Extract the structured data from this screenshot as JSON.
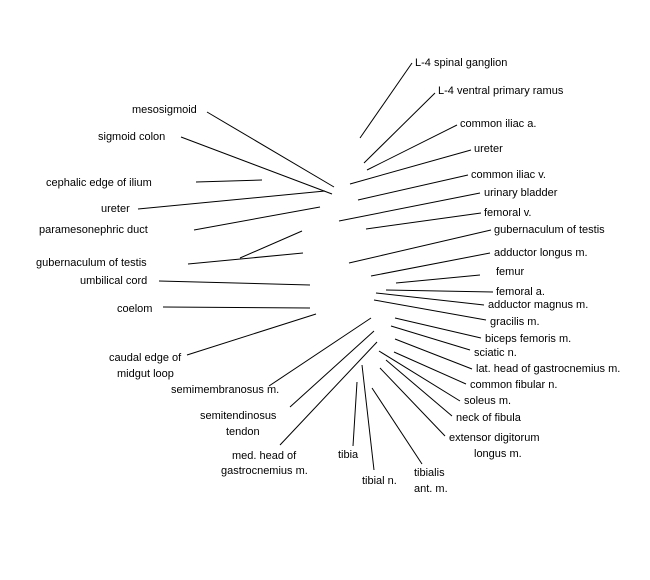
{
  "labels": {
    "l4_spinal_ganglion": "L-4 spinal ganglion",
    "l4_ventral_primary_ramus": "L-4 ventral primary ramus",
    "common_iliac_a": "common iliac a.",
    "ureter_right": "ureter",
    "common_iliac_v": "common iliac v.",
    "urinary_bladder": "urinary bladder",
    "femoral_v": "femoral v.",
    "gubernaculum_right": "gubernaculum of testis",
    "adductor_longus": "adductor longus m.",
    "femur": "femur",
    "femoral_a": "femoral a.",
    "adductor_magnus": "adductor magnus m.",
    "gracilis": "gracilis m.",
    "biceps_femoris": "biceps femoris m.",
    "sciatic_n": "sciatic n.",
    "lat_head_gastrocnemius": "lat. head of gastrocnemius m.",
    "common_fibular_n": "common fibular n.",
    "soleus": "soleus m.",
    "neck_of_fibula": "neck of fibula",
    "extensor_digitorum_1": "extensor digitorum",
    "extensor_digitorum_2": "longus m.",
    "tibialis_ant_1": "tibialis",
    "tibialis_ant_2": "ant. m.",
    "tibial_n": "tibial n.",
    "tibia": "tibia",
    "med_head_gastrocnemius_1": "med. head of",
    "med_head_gastrocnemius_2": "gastrocnemius m.",
    "semitendinosus_1": "semitendinosus",
    "semitendinosus_2": "tendon",
    "semimembranosus": "semimembranosus m.",
    "caudal_edge_1": "caudal edge of",
    "caudal_edge_2": "midgut loop",
    "coelom": "coelom",
    "umbilical_cord": "umbilical cord",
    "gubernaculum_left": "gubernaculum of testis",
    "paramesonephric_duct": "paramesonephric duct",
    "ureter_left": "ureter",
    "cephalic_edge_ilium": "cephalic edge of ilium",
    "sigmoid_colon": "sigmoid colon",
    "mesosigmoid": "mesosigmoid"
  }
}
